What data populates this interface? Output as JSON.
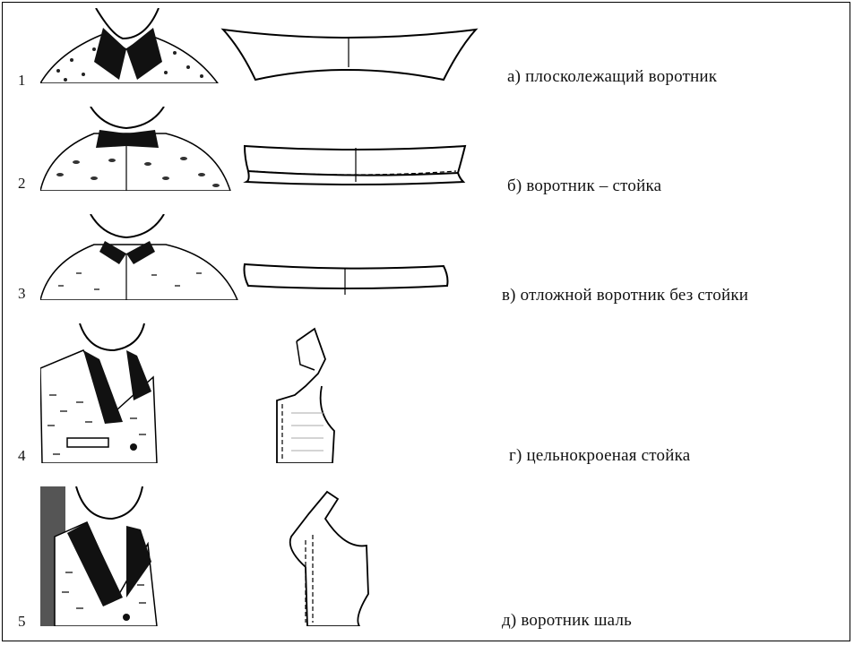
{
  "rows": [
    {
      "number": "1",
      "caption": "а) плосколежащий воротник",
      "illustration": "flat-collar"
    },
    {
      "number": "2",
      "caption": "б) воротник – стойка",
      "illustration": "stand-collar"
    },
    {
      "number": "3",
      "caption": "в) отложной воротник без стойки",
      "illustration": "turndown-collar"
    },
    {
      "number": "4",
      "caption": "г) цельнокроеная стойка",
      "illustration": "one-piece-stand"
    },
    {
      "number": "5",
      "caption": "д) воротник шаль",
      "illustration": "shawl-collar"
    }
  ]
}
